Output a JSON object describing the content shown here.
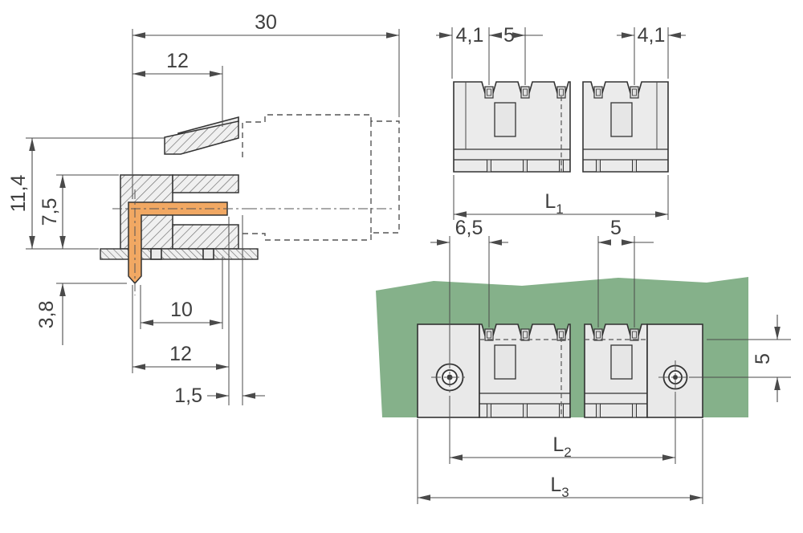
{
  "colors": {
    "line": "#333333",
    "dim_line": "#4a4a4a",
    "body_fill": "#ebebeb",
    "pin_orange": "#f1a863",
    "pcb_green": "#85b18a"
  },
  "views": {
    "side": {
      "dims": {
        "d30": "30",
        "d12_top": "12",
        "d114": "11,4",
        "d75": "7,5",
        "d38": "3,8",
        "d10": "10",
        "d12_bottom": "12",
        "d15": "1,5"
      }
    },
    "front": {
      "dims": {
        "d41_left": "4,1",
        "d5_pitch": "5",
        "d41_right": "4,1",
        "l1": {
          "base": "L",
          "sub": "1"
        }
      }
    },
    "board": {
      "dims": {
        "d65": "6,5",
        "d5_pitch": "5",
        "d5_offset": "5",
        "l2": {
          "base": "L",
          "sub": "2"
        },
        "l3": {
          "base": "L",
          "sub": "3"
        }
      }
    }
  }
}
